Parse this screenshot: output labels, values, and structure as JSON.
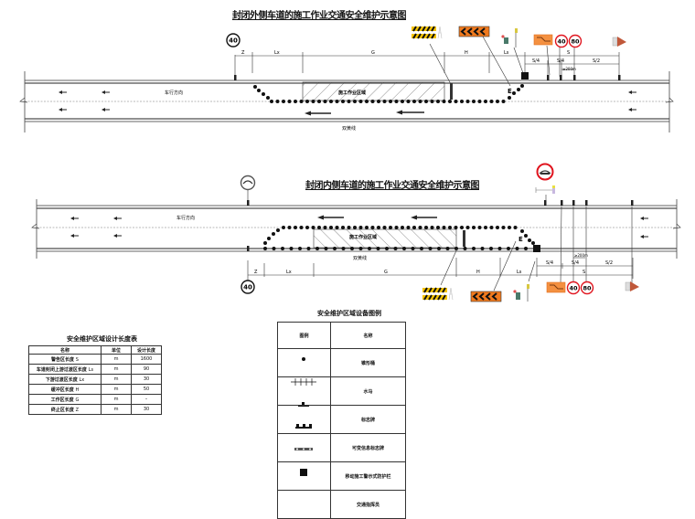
{
  "diagram1": {
    "title": "封闭外侧车道的施工作业交通安全维护示意图",
    "direction_label": "车行方向",
    "work_zone_label": "施工作业区域",
    "double_line_label": "双黄线",
    "speed_limit_sign": "40",
    "segments": [
      "Z",
      "Lx",
      "G",
      "H",
      "Ls",
      "S/4",
      "S/4",
      "S/2",
      "S"
    ],
    "distance_note": "≥200m",
    "signs": {
      "speed_limit_40": "40",
      "speed_limit_80": "80"
    }
  },
  "diagram2": {
    "title": "封闭内侧车道的施工作业交通安全维护示意图",
    "direction_label": "车行方向",
    "work_zone_label": "施工作业区域",
    "double_line_label": "双黄线",
    "speed_limit_sign": "40",
    "segments": [
      "Z",
      "Lx",
      "G",
      "H",
      "Ls",
      "S/4",
      "S/4",
      "S/2",
      "S"
    ],
    "distance_note": "≥200m",
    "signs": {
      "speed_limit_40": "40",
      "speed_limit_80": "80"
    }
  },
  "design_table": {
    "title": "安全维护区域设计长度表",
    "headers": [
      "名称",
      "单位",
      "设计长度"
    ],
    "rows": [
      {
        "name": "警告区长度",
        "sym": "S",
        "unit": "m",
        "value": "1600"
      },
      {
        "name": "车道封闭上游过渡区长度",
        "sym": "Ls",
        "unit": "m",
        "value": "90"
      },
      {
        "name": "下游过渡区长度",
        "sym": "Lx",
        "unit": "m",
        "value": "30"
      },
      {
        "name": "缓冲区长度",
        "sym": "H",
        "unit": "m",
        "value": "50"
      },
      {
        "name": "工作区长度",
        "sym": "G",
        "unit": "m",
        "value": "–"
      },
      {
        "name": "终止区长度",
        "sym": "Z",
        "unit": "m",
        "value": "30"
      }
    ]
  },
  "legend_table": {
    "title": "安全维护区域设备图例",
    "headers": [
      "图例",
      "名称"
    ],
    "rows": [
      {
        "icon": "cone-dot-icon",
        "name": "锥形桶"
      },
      {
        "icon": "water-barrier-icon",
        "name": "水马"
      },
      {
        "icon": "sign-post-icon",
        "name": "标志牌"
      },
      {
        "icon": "variable-message-sign-icon",
        "name": "可变信息标志牌"
      },
      {
        "icon": "mobile-barrier-icon",
        "name": "移动施工警示式防护栏"
      },
      {
        "icon": "traffic-guide-icon",
        "name": "交通指挥员"
      }
    ]
  },
  "colors": {
    "sign_red": "#e0141e",
    "warning_orange": "#f07a1e",
    "hazard_yellow": "#f5c400",
    "line": "#222222"
  }
}
